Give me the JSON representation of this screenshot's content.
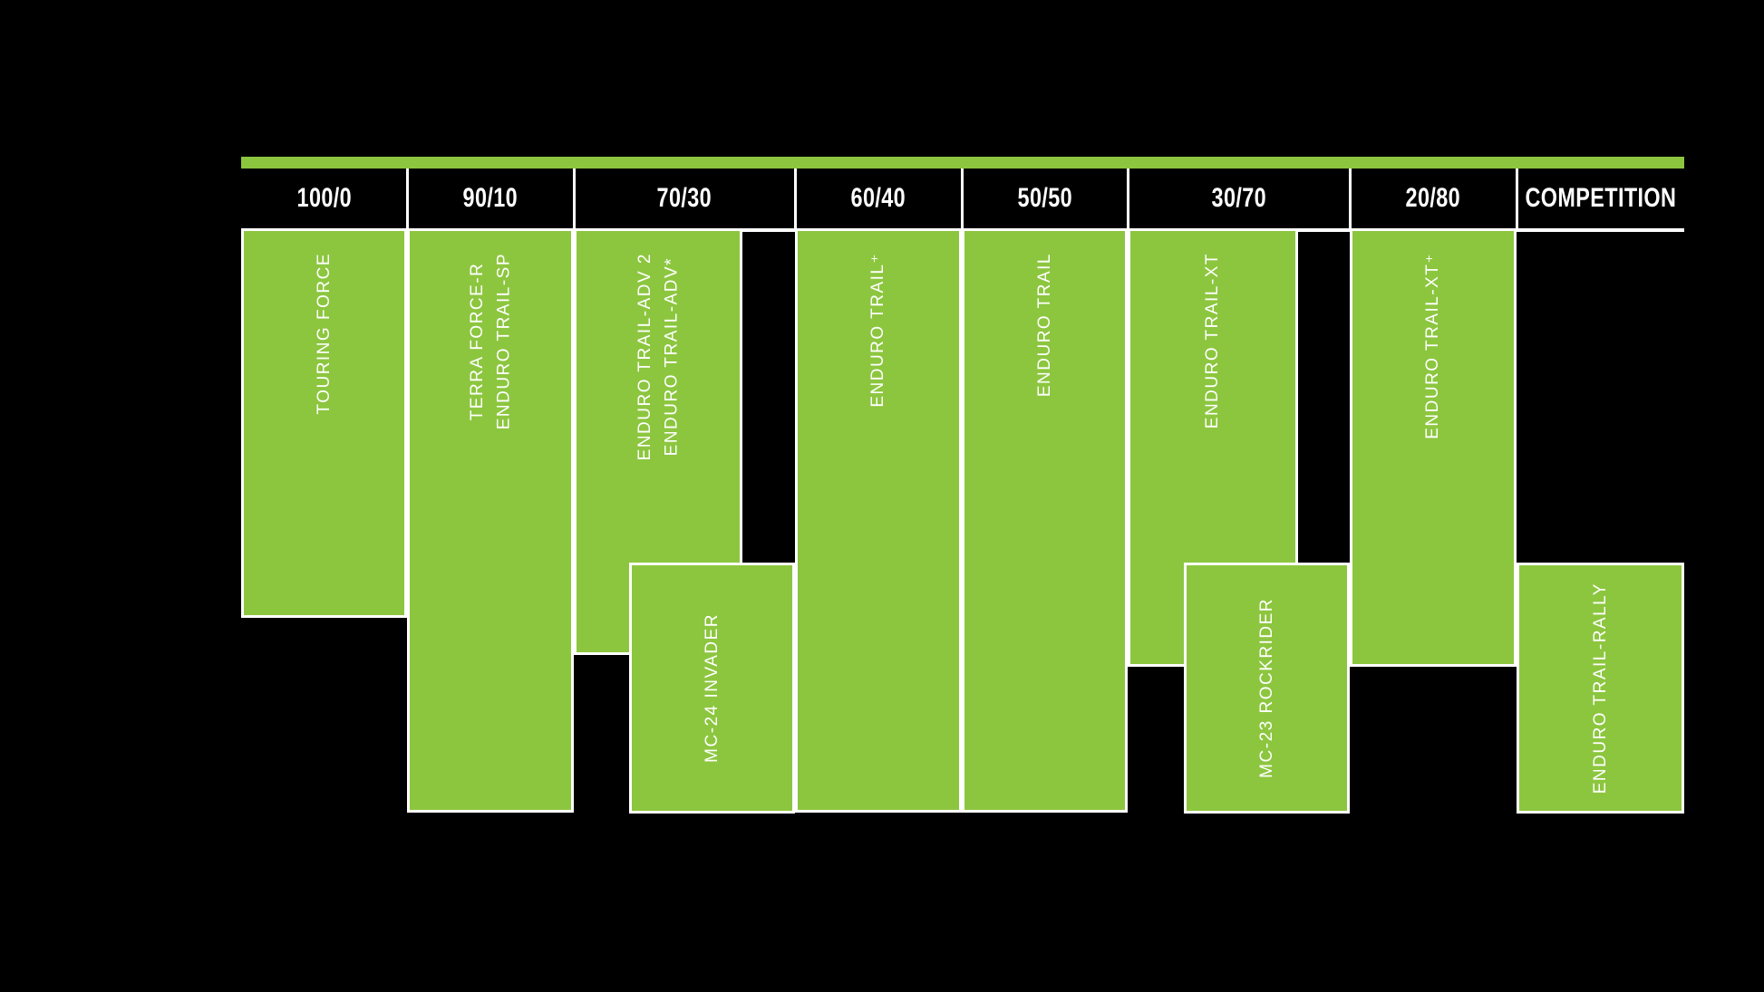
{
  "colors": {
    "green": "#8CC63F",
    "background": "#000000",
    "line": "#FFFFFF",
    "text": "#FFFFFF"
  },
  "header": {
    "columns": [
      {
        "label": "100/0"
      },
      {
        "label": "90/10"
      },
      {
        "label": "70/30"
      },
      {
        "label": "60/40"
      },
      {
        "label": "50/50"
      },
      {
        "label": "30/70"
      },
      {
        "label": "20/80"
      },
      {
        "label": "COMPETITION"
      }
    ]
  },
  "blocks": [
    {
      "label": "TOURING FORCE"
    },
    {
      "label": "TERRA FORCE-R\nENDURO TRAIL-SP"
    },
    {
      "label": "ENDURO TRAIL-ADV 2\nENDURO TRAIL-ADV*"
    },
    {
      "label": "ENDURO TRAIL⁺"
    },
    {
      "label": "ENDURO TRAIL"
    },
    {
      "label": "ENDURO TRAIL-XT"
    },
    {
      "label": "ENDURO TRAIL-XT⁺"
    },
    {
      "label": "MC-24 INVADER"
    },
    {
      "label": "MC-23 ROCKRIDER"
    },
    {
      "label": "ENDURO TRAIL-RALLY"
    }
  ],
  "chart_data": {
    "type": "table",
    "title": "",
    "columns": [
      "100/0",
      "90/10",
      "70/30",
      "60/40",
      "50/50",
      "30/70",
      "20/80",
      "COMPETITION"
    ],
    "items": [
      {
        "label": "TOURING FORCE",
        "columns": [
          "100/0"
        ],
        "row": "upper"
      },
      {
        "label": "TERRA FORCE-R / ENDURO TRAIL-SP",
        "columns": [
          "90/10"
        ],
        "row": "full"
      },
      {
        "label": "ENDURO TRAIL-ADV 2 / ENDURO TRAIL-ADV*",
        "columns": [
          "70/30"
        ],
        "row": "upper"
      },
      {
        "label": "MC-24 INVADER",
        "columns": [
          "70/30"
        ],
        "row": "lower"
      },
      {
        "label": "ENDURO TRAIL+",
        "columns": [
          "60/40"
        ],
        "row": "full"
      },
      {
        "label": "ENDURO TRAIL",
        "columns": [
          "50/50"
        ],
        "row": "full"
      },
      {
        "label": "ENDURO TRAIL-XT",
        "columns": [
          "30/70"
        ],
        "row": "upper"
      },
      {
        "label": "MC-23 ROCKRIDER",
        "columns": [
          "30/70"
        ],
        "row": "lower"
      },
      {
        "label": "ENDURO TRAIL-XT+",
        "columns": [
          "20/80"
        ],
        "row": "upper"
      },
      {
        "label": "ENDURO TRAIL-RALLY",
        "columns": [
          "COMPETITION"
        ],
        "row": "lower"
      }
    ],
    "legend_position": "none",
    "grid": false
  }
}
